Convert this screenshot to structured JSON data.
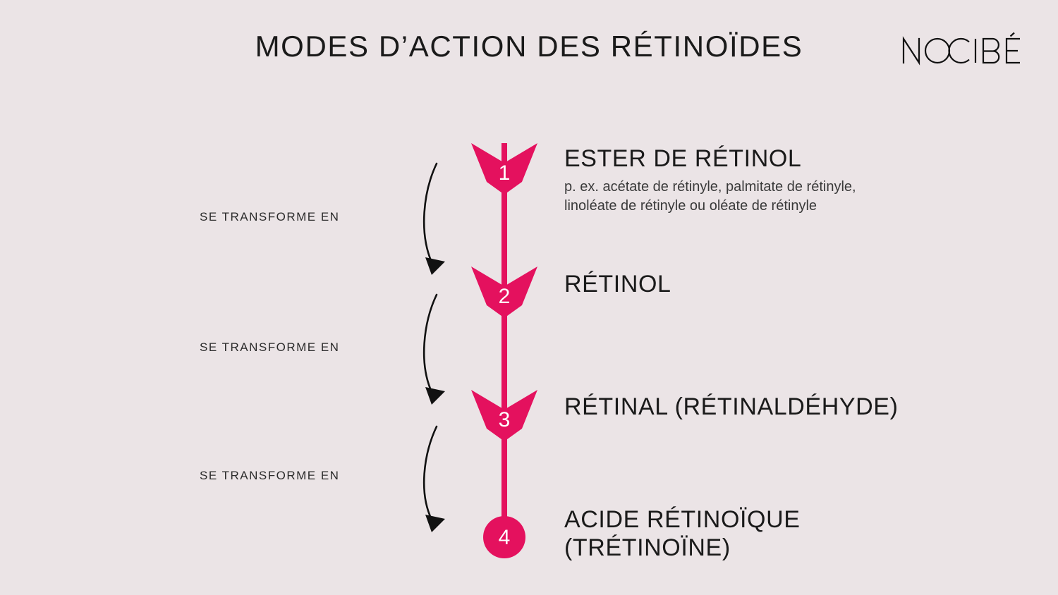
{
  "header": {
    "title": "MODES D’ACTION DES RÉTINOÏDES",
    "brand": "NOCIBÉ",
    "brand_icon": "nocibe-logo"
  },
  "colors": {
    "background": "#EBE4E6",
    "accent_pink": "#E4115E",
    "text_dark": "#1a1a1a",
    "arrow_black": "#111111",
    "badge_text": "#FFFFFF"
  },
  "flow": {
    "steps": [
      {
        "number": "1",
        "marker": "chevron-dart",
        "title": "ESTER DE RÉTINOL",
        "subtitle_lines": [
          "p. ex. acétate de rétinyle, palmitate de rétinyle,",
          "linoléate de rétinyle ou oléate de rétinyle"
        ]
      },
      {
        "number": "2",
        "marker": "chevron-dart",
        "title": "RÉTINOL",
        "subtitle_lines": []
      },
      {
        "number": "3",
        "marker": "chevron-dart",
        "title": "RÉTINAL (RÉTINALDÉHYDE)",
        "subtitle_lines": []
      },
      {
        "number": "4",
        "marker": "circle",
        "title": "ACIDE RÉTINOÏQUE",
        "title_line_2": "(TRÉTINOÏNE)",
        "subtitle_lines": []
      }
    ],
    "transitions": [
      {
        "label": "SE TRANSFORME EN",
        "icon": "curved-arrow-down-icon"
      },
      {
        "label": "SE TRANSFORME EN",
        "icon": "curved-arrow-down-icon"
      },
      {
        "label": "SE TRANSFORME EN",
        "icon": "curved-arrow-down-icon"
      }
    ]
  }
}
